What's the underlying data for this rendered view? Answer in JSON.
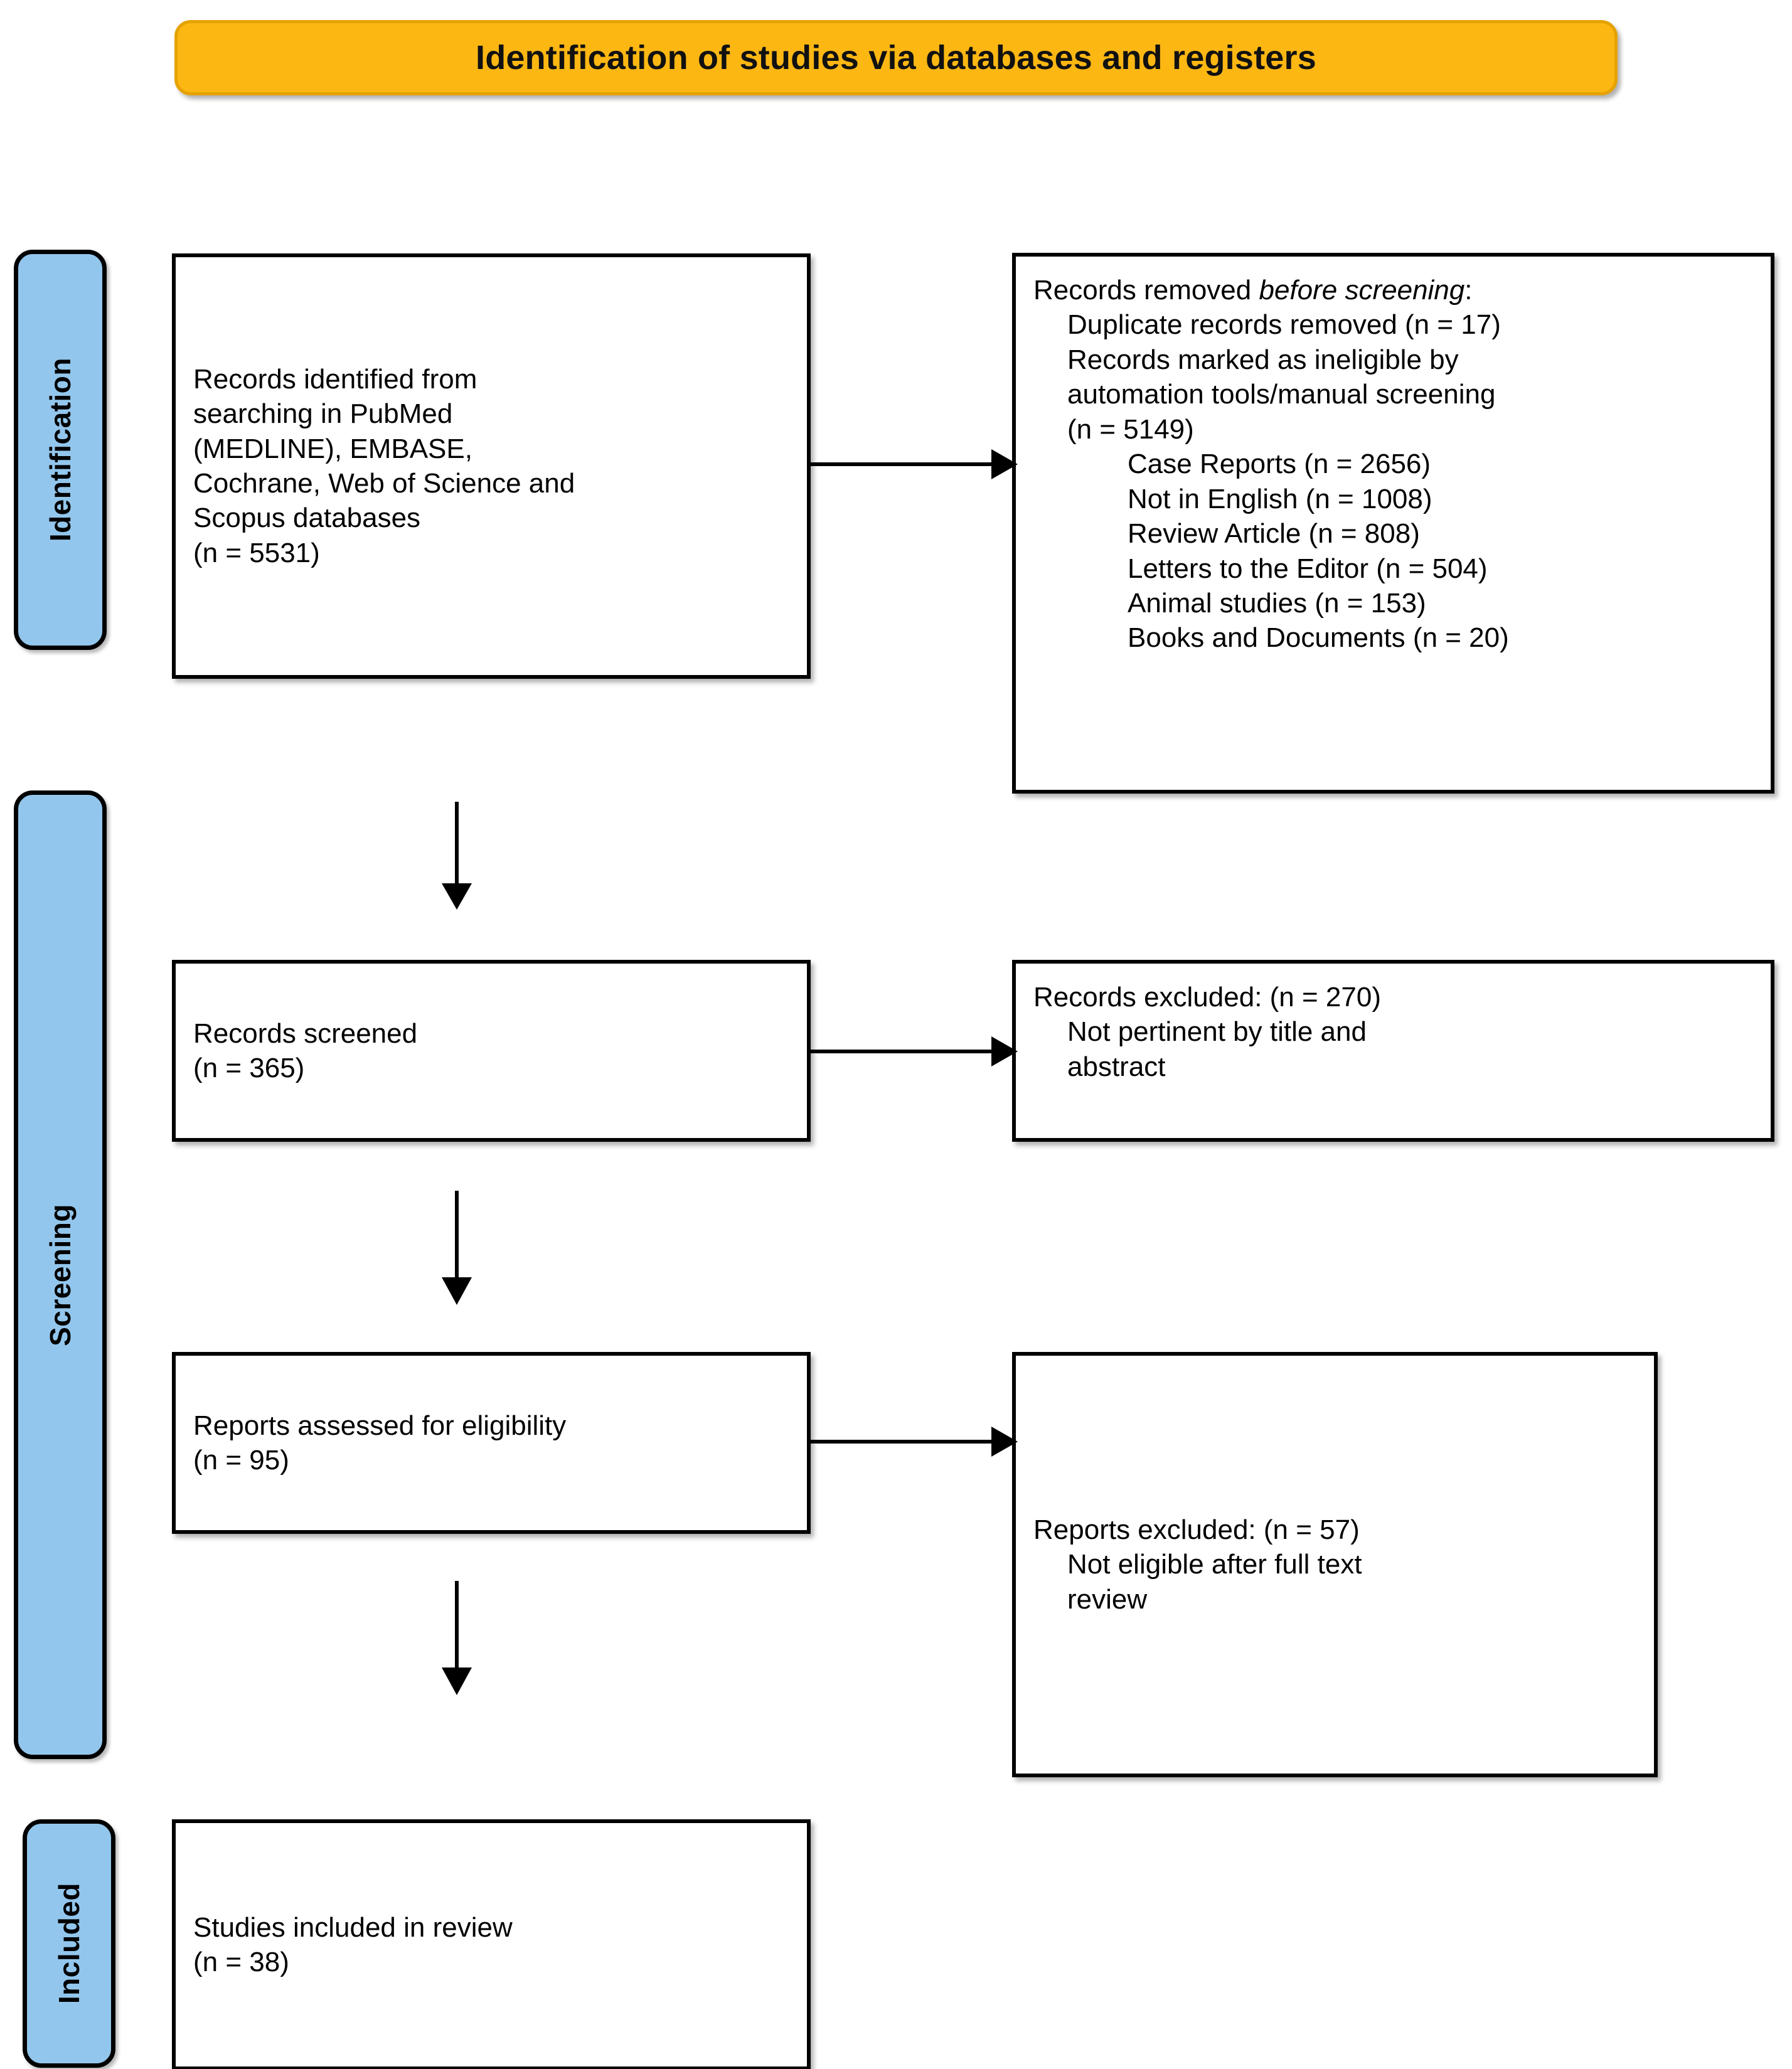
{
  "title": {
    "text": "Identification of studies via databases and registers",
    "background_color": "#FCB713"
  },
  "phases": [
    {
      "id": "identification",
      "label": "Identification",
      "color": "#93C6EC"
    },
    {
      "id": "screening",
      "label": "Screening",
      "color": "#93C6EC"
    },
    {
      "id": "included",
      "label": "Included",
      "color": "#93C6EC"
    }
  ],
  "boxes": {
    "identified": {
      "lines": [
        "Records identified from",
        "searching in PubMed",
        "(MEDLINE), EMBASE,",
        "Cochrane, Web of Science and",
        "Scopus databases",
        "(n = 5531)"
      ]
    },
    "removed": {
      "heading_prefix": "Records removed ",
      "heading_italic": "before screening",
      "heading_suffix": ":",
      "level1": [
        "Duplicate records removed (n = 17)",
        "Records marked as ineligible by",
        "automation tools/manual screening",
        "(n = 5149)"
      ],
      "level2": [
        "Case Reports (n = 2656)",
        "Not in English (n = 1008)",
        "Review Article (n = 808)",
        "Letters to the Editor (n = 504)",
        "Animal studies (n = 153)",
        "Books and Documents (n = 20)"
      ]
    },
    "screened": {
      "lines": [
        "Records screened",
        "(n = 365)"
      ]
    },
    "records_excluded": {
      "heading": "Records excluded: (n = 270)",
      "reasons": [
        "Not pertinent by title and",
        "abstract"
      ]
    },
    "eligibility": {
      "lines": [
        "Reports assessed for eligibility",
        "(n = 95)"
      ]
    },
    "reports_excluded": {
      "heading": "Reports excluded: (n = 57)",
      "reasons": [
        "Not eligible after full text",
        "review"
      ]
    },
    "included": {
      "lines": [
        "Studies included in review",
        "(n = 38)"
      ]
    }
  },
  "chart_data": {
    "type": "diagram",
    "title": "Identification of studies via databases and registers",
    "flow": [
      {
        "stage": "Identification",
        "node": "Records identified from searching in PubMed (MEDLINE), EMBASE, Cochrane, Web of Science and Scopus databases",
        "n": 5531
      },
      {
        "stage": "Identification",
        "node": "Duplicate records removed",
        "n": 17
      },
      {
        "stage": "Identification",
        "node": "Records marked as ineligible by automation tools/manual screening",
        "n": 5149,
        "breakdown": [
          {
            "reason": "Case Reports",
            "n": 2656
          },
          {
            "reason": "Not in English",
            "n": 1008
          },
          {
            "reason": "Review Article",
            "n": 808
          },
          {
            "reason": "Letters to the Editor",
            "n": 504
          },
          {
            "reason": "Animal studies",
            "n": 153
          },
          {
            "reason": "Books and Documents",
            "n": 20
          }
        ]
      },
      {
        "stage": "Screening",
        "node": "Records screened",
        "n": 365
      },
      {
        "stage": "Screening",
        "node": "Records excluded - Not pertinent by title and abstract",
        "n": 270
      },
      {
        "stage": "Screening",
        "node": "Reports assessed for eligibility",
        "n": 95
      },
      {
        "stage": "Screening",
        "node": "Reports excluded - Not eligible after full text review",
        "n": 57
      },
      {
        "stage": "Included",
        "node": "Studies included in review",
        "n": 38
      }
    ]
  }
}
